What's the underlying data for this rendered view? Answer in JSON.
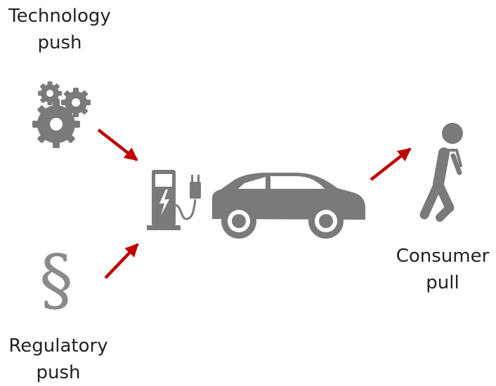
{
  "labels": {
    "technology": {
      "line1": "Technology",
      "line2": "push"
    },
    "regulatory": {
      "line1": "Regulatory",
      "line2": "push"
    },
    "consumer": {
      "line1": "Consumer",
      "line2": "pull"
    }
  },
  "icons": {
    "technology": "gears-icon",
    "regulatory": "section-sign-icon",
    "center": "ev-charging-car-icon",
    "consumer": "walking-person-icon"
  },
  "symbols": {
    "section": "§"
  },
  "colors": {
    "icon": "#7a7a7a",
    "arrow": "#c00000",
    "text": "#222222"
  }
}
